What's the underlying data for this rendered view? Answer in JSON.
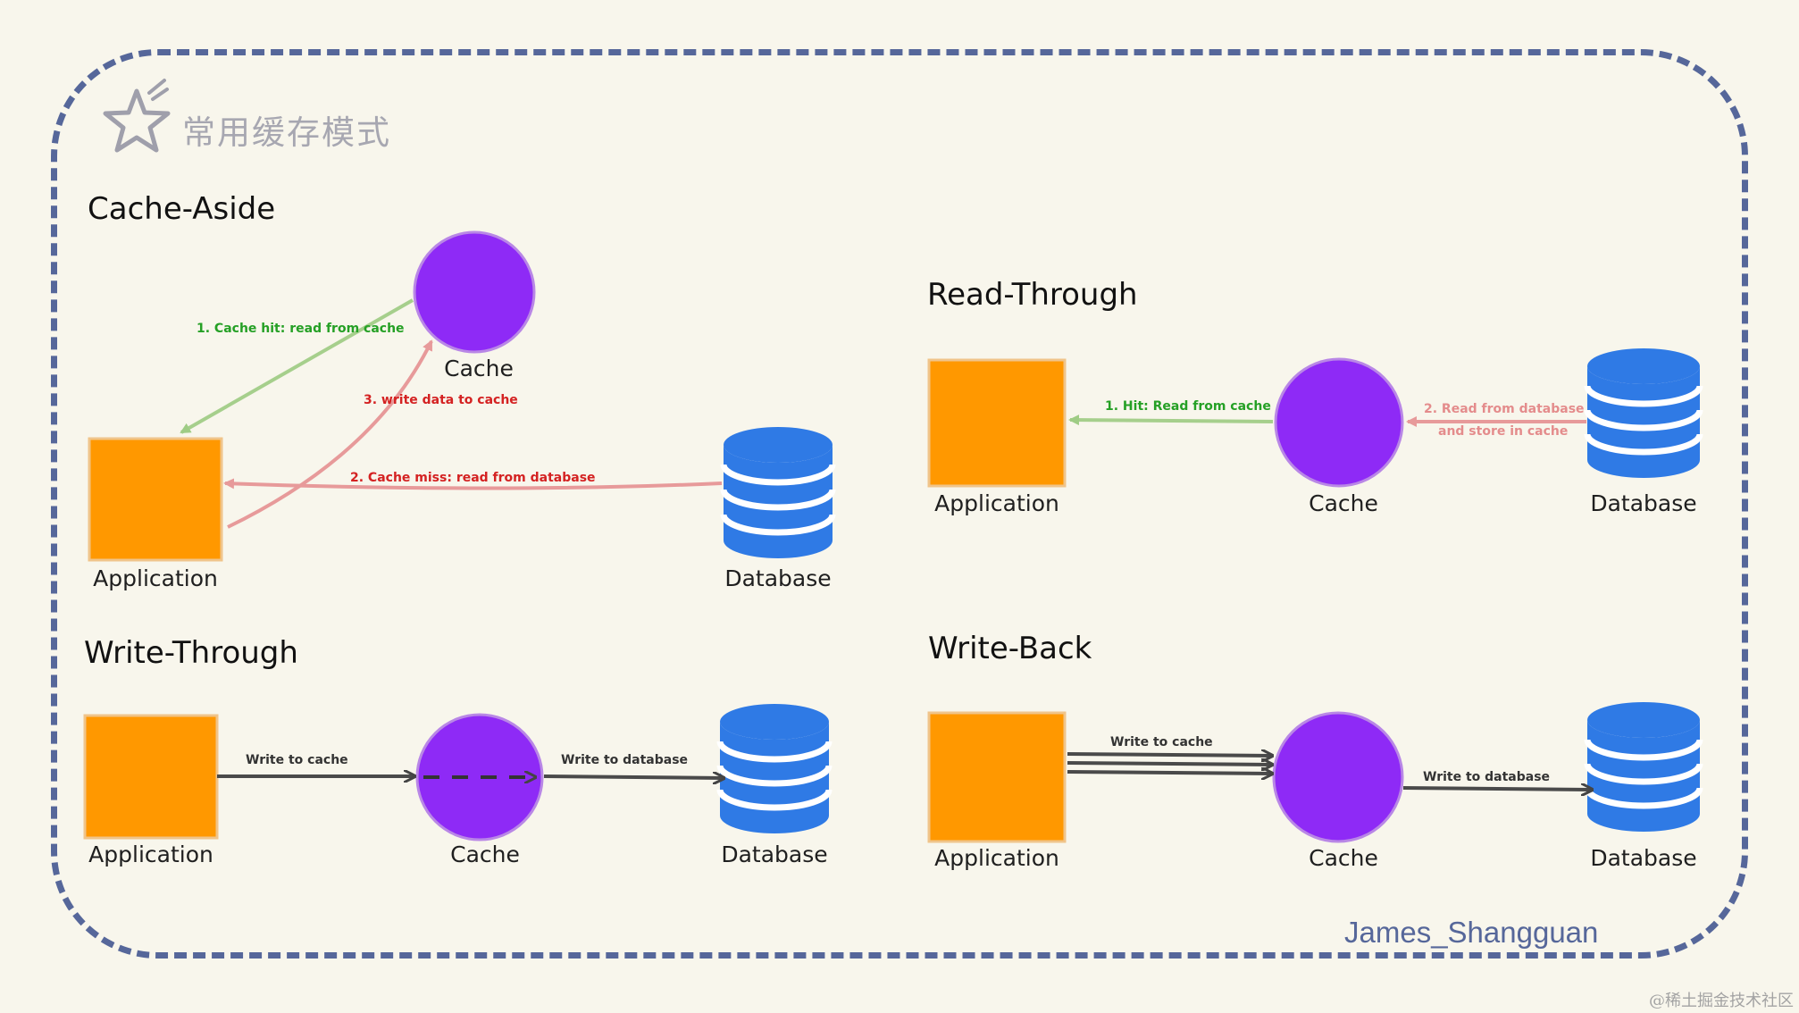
{
  "header": {
    "title": "常用缓存模式",
    "icon": "star-icon"
  },
  "colors": {
    "application": "#ff9800",
    "cache": "#8e2af6",
    "database": "#2f7ae5",
    "frame": "#56679a",
    "hit_edge": "#a6cf8c",
    "miss_edge": "#e79a9a",
    "write_edge": "#4a4a4a"
  },
  "sections": {
    "cache_aside": {
      "title": "Cache-Aside",
      "nodes": {
        "application": "Application",
        "cache": "Cache",
        "database": "Database"
      },
      "edges": {
        "hit": "1. Cache hit: read from cache",
        "miss": "2. Cache miss: read from database",
        "write": "3. write data to cache"
      }
    },
    "read_through": {
      "title": "Read-Through",
      "nodes": {
        "application": "Application",
        "cache": "Cache",
        "database": "Database"
      },
      "edges": {
        "hit": "1. Hit: Read from cache",
        "read_line1": "2. Read from database",
        "read_line2": "and store in cache"
      }
    },
    "write_through": {
      "title": "Write-Through",
      "nodes": {
        "application": "Application",
        "cache": "Cache",
        "database": "Database"
      },
      "edges": {
        "to_cache": "Write to cache",
        "to_db": "Write to database"
      }
    },
    "write_back": {
      "title": "Write-Back",
      "nodes": {
        "application": "Application",
        "cache": "Cache",
        "database": "Database"
      },
      "edges": {
        "to_cache": "Write to cache",
        "to_db": "Write to database"
      }
    }
  },
  "signature": "James_Shangguan",
  "watermark": "@稀土掘金技术社区"
}
